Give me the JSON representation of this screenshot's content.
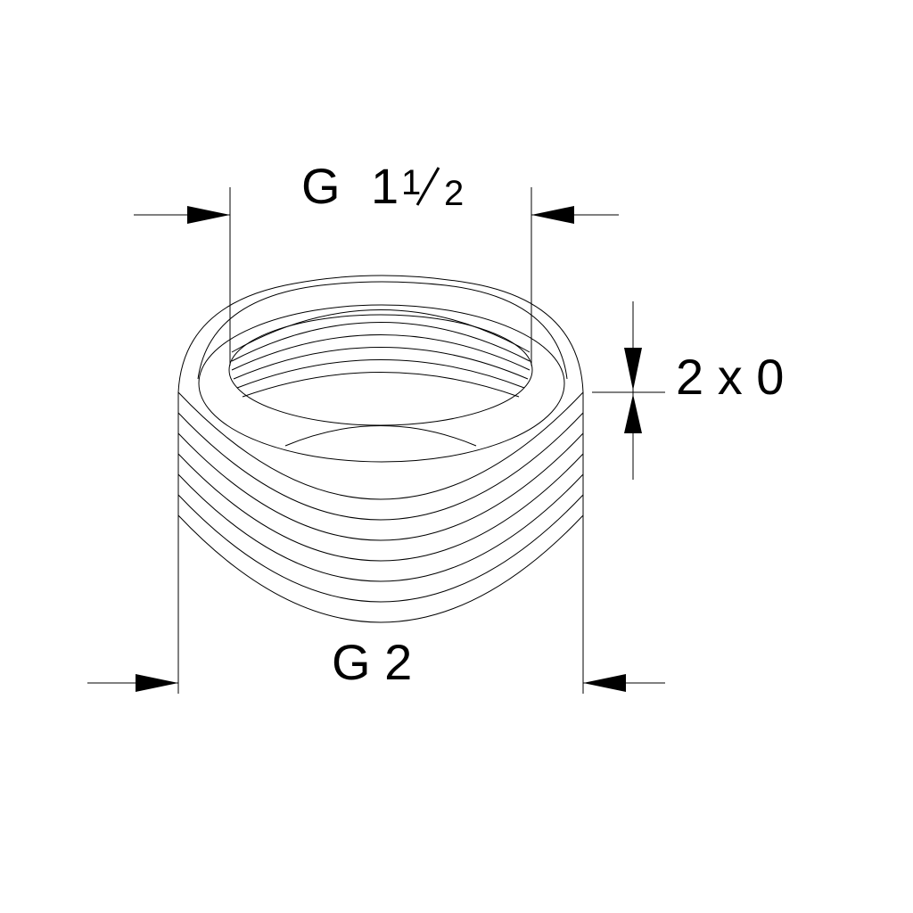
{
  "drawing": {
    "part": "thread-reducer-bushing",
    "top_dimension": {
      "prefix": "G",
      "whole": "1",
      "numerator": "1",
      "denominator": "2"
    },
    "bottom_dimension": {
      "text": "G 2"
    },
    "side_dimension": {
      "text": "2 x 0"
    },
    "line_color": "#000000",
    "background": "#ffffff"
  }
}
